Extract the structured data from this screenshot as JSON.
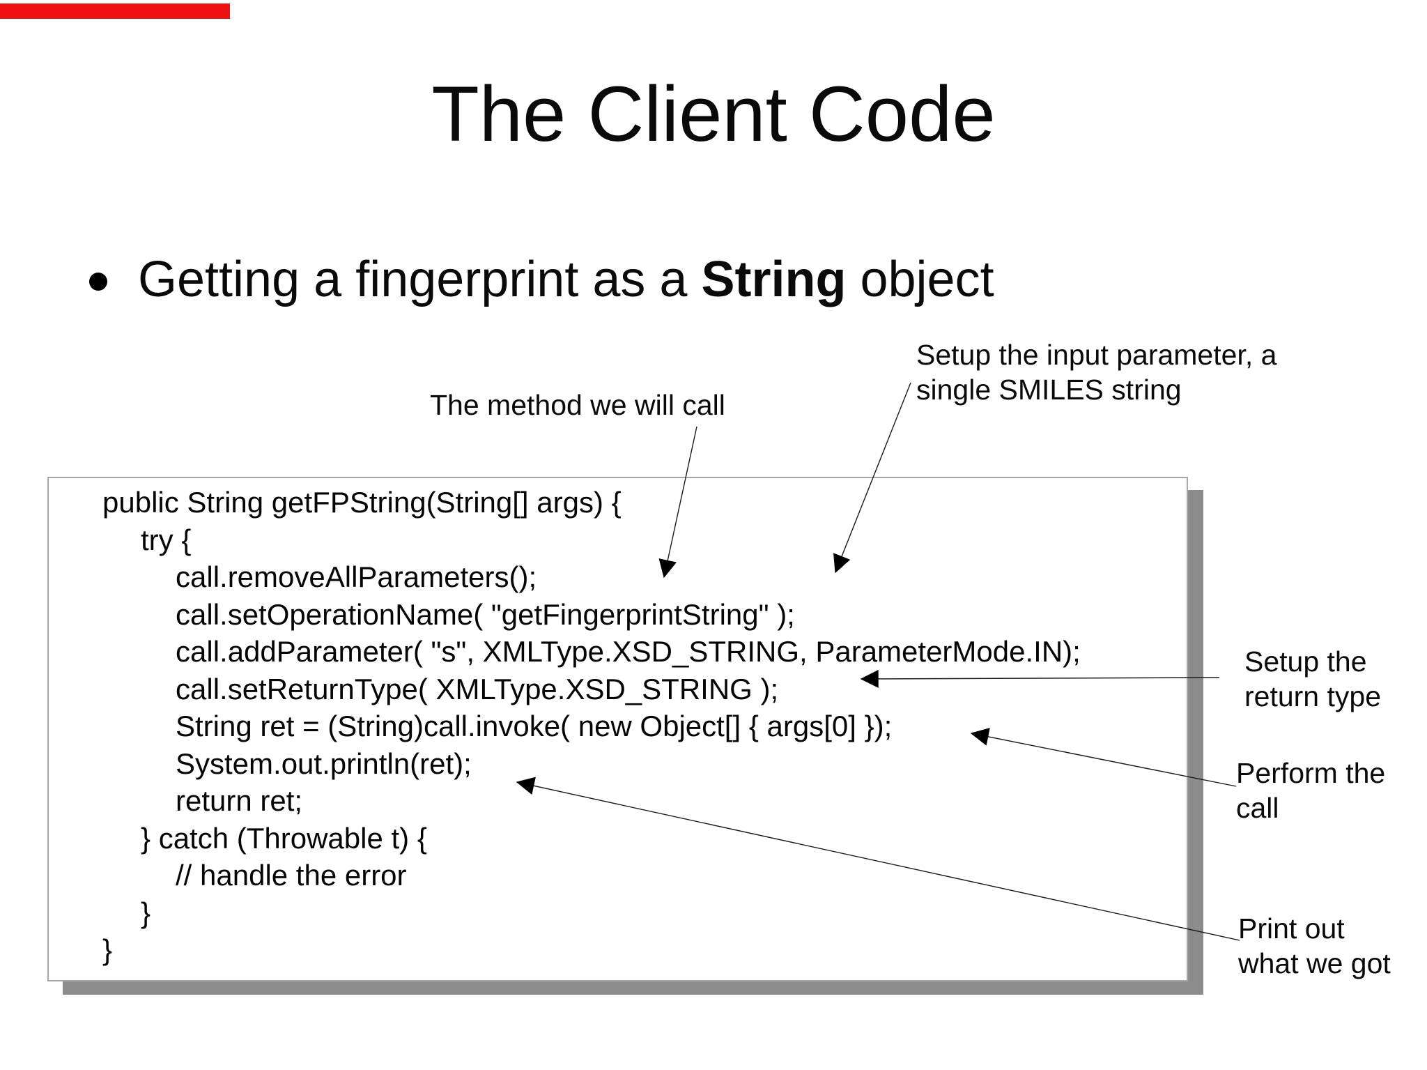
{
  "slide": {
    "title": "The Client Code",
    "bullet": {
      "pre": "Getting a fingerprint as a ",
      "bold": "String",
      "post": " object"
    }
  },
  "annotations": {
    "method_call": {
      "text": "The method we will call"
    },
    "input_param": {
      "line1": "Setup the input parameter, a",
      "line2": "single SMILES string"
    },
    "return_type": {
      "line1": "Setup the",
      "line2": "return type"
    },
    "perform_call": {
      "line1": "Perform the",
      "line2": "call"
    },
    "print_out": {
      "line1": "Print out",
      "line2": "what we got"
    }
  },
  "code": {
    "lines": [
      {
        "text": "public String getFPString(String[] args) {",
        "indent": 0
      },
      {
        "text": "try {",
        "indent": 1
      },
      {
        "text": "call.removeAllParameters();",
        "indent": 2
      },
      {
        "text": "call.setOperationName( \"getFingerprintString\" );",
        "indent": 2
      },
      {
        "text": "call.addParameter( \"s\", XMLType.XSD_STRING, ParameterMode.IN);",
        "indent": 2
      },
      {
        "text": "call.setReturnType( XMLType.XSD_STRING );",
        "indent": 2
      },
      {
        "text": "String ret = (String)call.invoke( new Object[] { args[0] });",
        "indent": 2
      },
      {
        "text": "System.out.println(ret);",
        "indent": 2
      },
      {
        "text": "return ret;",
        "indent": 2
      },
      {
        "text": "} catch (Throwable t) {",
        "indent": 1
      },
      {
        "text": "// handle the error",
        "indent": 2
      },
      {
        "text": "}",
        "indent": 1
      },
      {
        "text": "}",
        "indent": 0
      }
    ]
  },
  "arrows": [
    "arrow-to-set-operation-name",
    "arrow-to-input-parameter",
    "arrow-to-return-type",
    "arrow-to-invoke-call",
    "arrow-to-println"
  ],
  "colors": {
    "red_bar": "#EE1111",
    "box_border": "#A8A8A8",
    "box_shadow": "#8C8C8C",
    "text": "#000000"
  }
}
